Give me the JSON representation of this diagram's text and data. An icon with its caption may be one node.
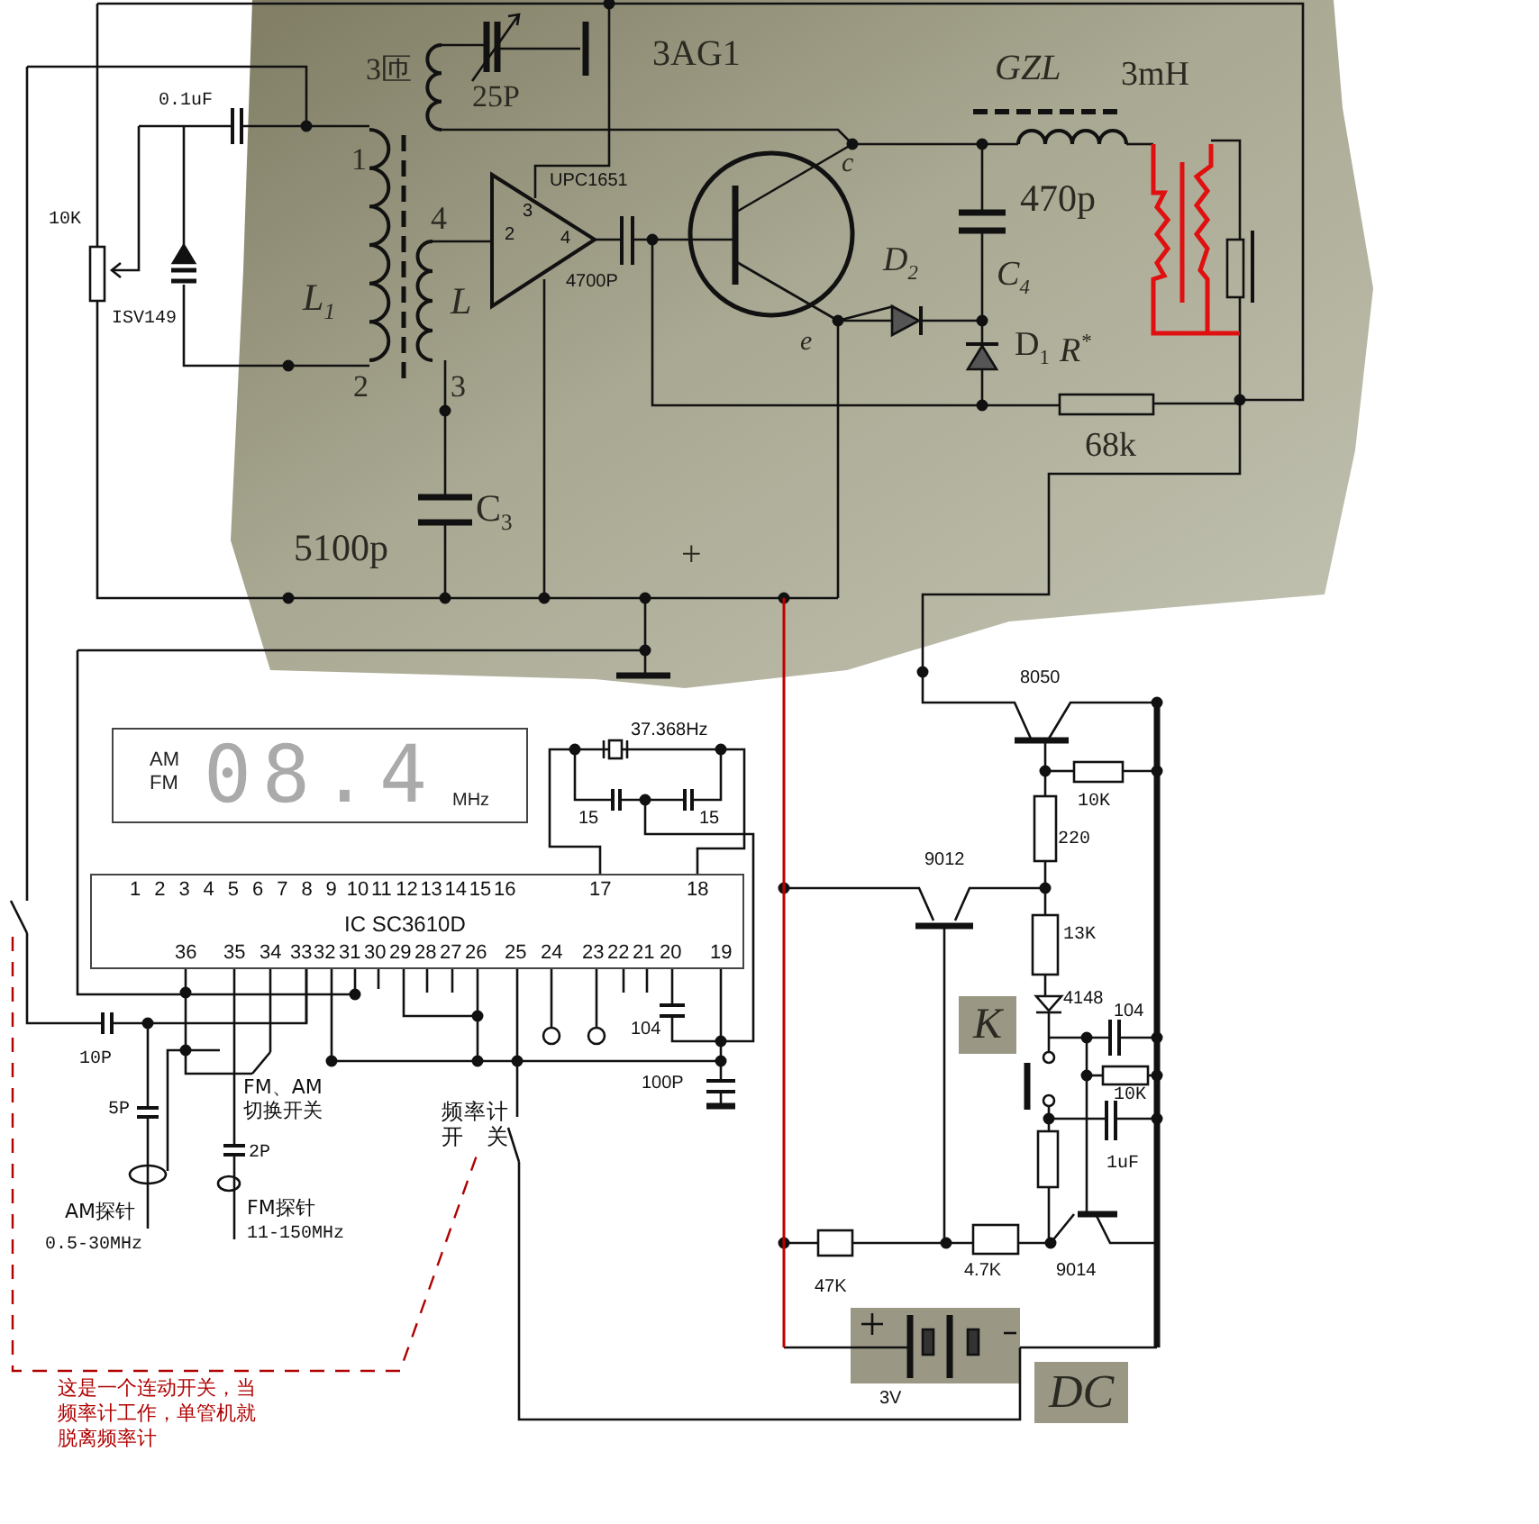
{
  "diagram": {
    "nodes": [
      {
        "text": [
          "AM",
          "FM",
          "08.4",
          "MHz"
        ]
      },
      {
        "text": [
          "IC SC3610D"
        ]
      }
    ],
    "labels": [
      "3匝",
      "25P",
      "3AG1",
      "GZL",
      "3mH",
      "0.1uF",
      "1",
      "c",
      "UPC1651",
      "470p",
      "4",
      "3",
      "10K",
      "2",
      "4",
      "D$_{2}$",
      "C$_{4}$",
      "L$_{1}$",
      "L",
      "4700P",
      "ISV149",
      "e",
      "D$_{1}$",
      "R$^{*}$",
      "2",
      "3",
      "68k",
      "C$_{3}$",
      "5100p",
      "+",
      "8050",
      "37.368Hz",
      "15",
      "15",
      "1",
      "2",
      "3",
      "4",
      "5",
      "6",
      "7",
      "8",
      "9",
      "10",
      "11",
      "12",
      "13",
      "14",
      "15",
      "16",
      "17",
      "18",
      "10K",
      "220",
      "9012",
      "36",
      "35",
      "34",
      "33",
      "32",
      "31",
      "30",
      "29",
      "28",
      "27",
      "26",
      "25",
      "24",
      "23",
      "22",
      "21",
      "20",
      "19",
      "13K",
      "4148",
      "104",
      "K",
      "104",
      "10P",
      "100P",
      "FM、AM切换开关",
      "10K",
      "5P",
      "频率计开关",
      "2P",
      "1uF",
      "AM探针",
      "FM探针",
      "0.5-30MHz",
      "11-150MHz",
      "47K",
      "4.7K",
      "9014",
      "3V",
      "DC",
      "这是一个连动开关，当频率计工作，单管机就脱离频率计"
    ]
  }
}
